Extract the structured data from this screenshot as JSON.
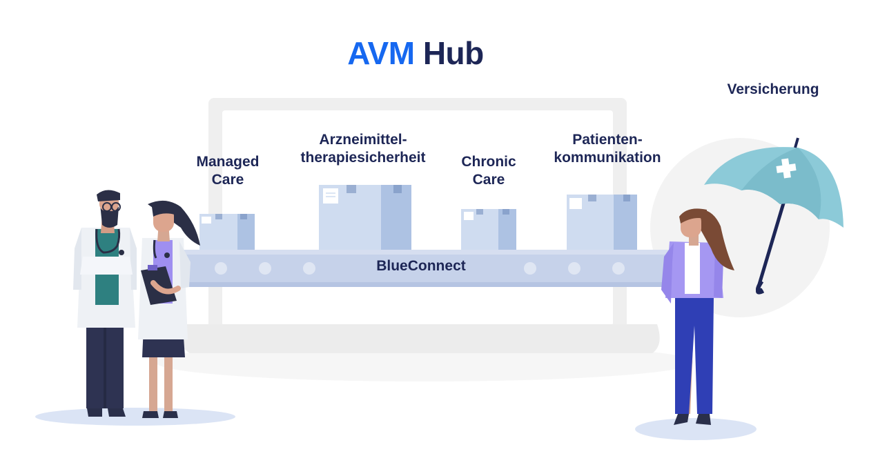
{
  "title": {
    "part1": "AVM",
    "part2": "Hub"
  },
  "labels": {
    "managed_care": "Managed\nCare",
    "arzneimittel": "Arzneimittel-\ntherapiesicherheit",
    "chronic_care": "Chronic\nCare",
    "patienten": "Patienten-\nkommunikation",
    "versicherung": "Versicherung"
  },
  "belt_label": "BlueConnect",
  "colors": {
    "accent_blue": "#1668f0",
    "navy": "#1d2656",
    "belt": "#c6d2ea",
    "box_light": "#cfdcf0",
    "box_dark": "#adc2e3",
    "umbrella": "#8ccad8",
    "laptop": "#f0f0f0"
  },
  "icons": [
    "umbrella-icon",
    "medical-cross-icon",
    "stethoscope-icon",
    "clipboard-icon"
  ]
}
